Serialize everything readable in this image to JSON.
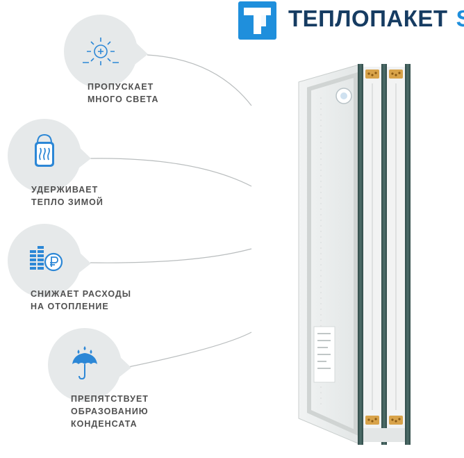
{
  "logo": {
    "text": "ТЕПЛОПАКЕТ",
    "suffix": "S",
    "brand_color": "#1f8fdc",
    "text_color": "#163c62"
  },
  "features": [
    {
      "icon": "sun-icon",
      "line1": "ПРОПУСКАЕТ",
      "line2": "МНОГО СВЕТА",
      "line3": ""
    },
    {
      "icon": "warm-bag-icon",
      "line1": "УДЕРЖИВАЕТ",
      "line2": "ТЕПЛО ЗИМОЙ",
      "line3": ""
    },
    {
      "icon": "ruble-savings-icon",
      "line1": "СНИЖАЕТ РАСХОДЫ",
      "line2": "НА ОТОПЛЕНИЕ",
      "line3": ""
    },
    {
      "icon": "umbrella-rain-icon",
      "line1": "ПРЕПЯТСТВУЕТ",
      "line2": "ОБРАЗОВАНИЮ",
      "line3": "КОНДЕНСАТА"
    }
  ],
  "colors": {
    "icon_blue": "#2c87d6",
    "bubble_bg": "#e6e9ea",
    "text_gray": "#505050",
    "glass_edge": "#3f5d5a"
  }
}
